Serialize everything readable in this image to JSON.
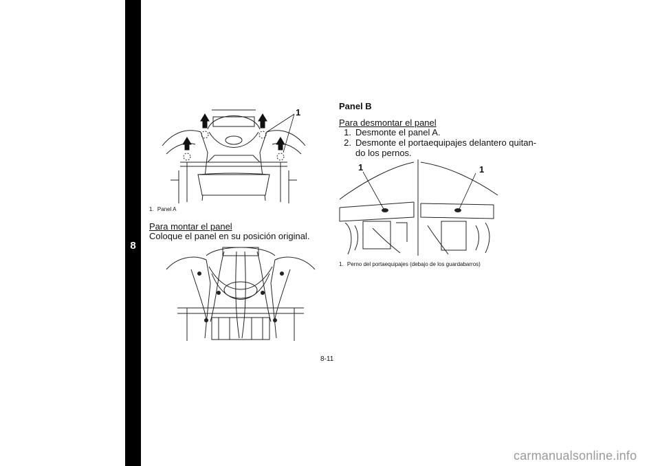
{
  "section_tab": "8",
  "left": {
    "fig1": {
      "callout": "1",
      "caption_num": "1.",
      "caption_text": "Panel A"
    },
    "install_heading": "Para montar el panel",
    "install_text": "Coloque el panel en su posición original."
  },
  "right": {
    "heading": "Panel B",
    "remove_heading": "Para desmontar el panel",
    "steps": [
      {
        "num": "1.",
        "text": "Desmonte el panel A."
      },
      {
        "num": "2.",
        "text": "Desmonte el portaequipajes delantero quitan-"
      },
      {
        "num": "",
        "text": "do los pernos."
      }
    ],
    "fig3": {
      "callout_left": "1",
      "callout_right": "1",
      "caption_num": "1.",
      "caption_text": "Perno del portaequipajes (debajo de los guardabarros)"
    }
  },
  "page_number": "8-11",
  "watermark": "carmanualsonline.info"
}
